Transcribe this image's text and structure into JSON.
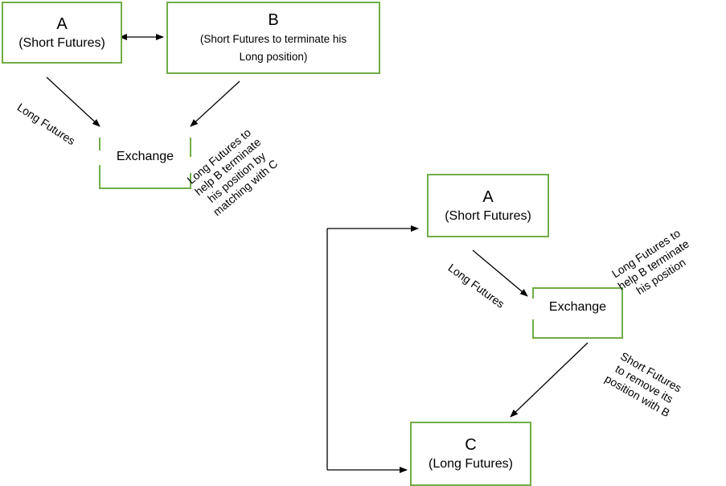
{
  "diagram1": {
    "box_a": {
      "letter": "A",
      "label": "(Short Futures)"
    },
    "box_b": {
      "letter": "B",
      "label_line1": "(Short Futures to terminate his",
      "label_line2": "Long position)"
    },
    "exchange": "Exchange",
    "left_label": "Long Futures",
    "right_label": [
      "Long Futures to",
      "help B terminate",
      "his position by",
      "matching with C"
    ]
  },
  "diagram2": {
    "box_a": {
      "letter": "A",
      "label": "(Short Futures)"
    },
    "box_c": {
      "letter": "C",
      "label": "(Long Futures)"
    },
    "exchange": "Exchange",
    "left_label": "Long Futures",
    "upper_right_label": [
      "Long Futures to",
      "help B terminate",
      "his position"
    ],
    "lower_right_label": [
      "Short Futures",
      "to remove its",
      "position with B"
    ]
  },
  "colors": {
    "box_border": "#70ad47",
    "arrow": "#000000"
  }
}
